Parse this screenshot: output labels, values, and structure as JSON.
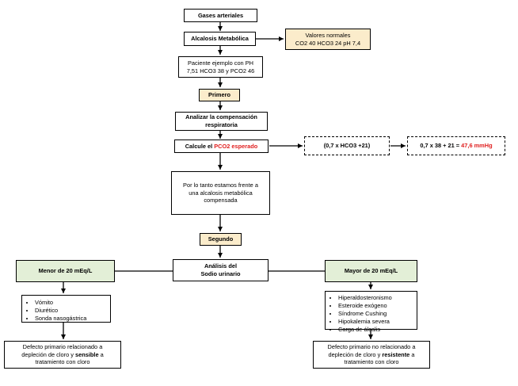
{
  "nodes": {
    "gases": "Gases arteriales",
    "alcalosis": "Alcalosis Metabólica",
    "normales": {
      "line1": "Valores normales",
      "line2": "CO2 40 HCO3 24 pH 7,4"
    },
    "paciente": {
      "line1": "Paciente ejemplo  con PH",
      "line2": "7,51 HCO3 38 y PCO2 46"
    },
    "primero": "Primero",
    "analizar": {
      "line1": "Analizar la compensación",
      "line2": "respiratoria"
    },
    "calcule": {
      "prefix": "Calcule el ",
      "highlight": "PCO2 esperado"
    },
    "formula": "(0,7 x HCO3 +21)",
    "resultado": {
      "prefix": "0,7 x 38 + 21 = ",
      "highlight": "47,6 mmHg"
    },
    "conclusion": {
      "line1": "Por lo tanto estamos frente a",
      "line2": "una alcalosis metabólica",
      "line3": "compensada"
    },
    "segundo": "Segundo",
    "analisis": {
      "line1": "Análisis del",
      "line2": "Sodio urinario"
    },
    "menor": "Menor de 20 mEq/L",
    "mayor": "Mayor de 20 mEq/L",
    "causas_sensibles": [
      "Vómito",
      "Diurético",
      "Sonda nasogástrica"
    ],
    "causas_resistentes": [
      "Hiperaldosteronismo",
      "Esteroide exógeno",
      "Síndrome Cushing",
      "Hipokalemia severa",
      "Carga de álcalis"
    ],
    "defecto_sensible": {
      "line1": "Defecto primario relacionado  a",
      "line2_prefix": "depleción de cloro y ",
      "line2_bold": "sensible",
      "line2_suffix": " a",
      "line3": "tratamiento con cloro"
    },
    "defecto_resistente": {
      "line1": "Defecto primario no relacionado  a",
      "line2_prefix": "depleción de cloro y ",
      "line2_bold": "resistente",
      "line2_suffix": " a",
      "line3": "tratamiento con cloro"
    }
  },
  "colors": {
    "tan": "#fbeccb",
    "green": "#e3efd7",
    "red": "#e02020"
  }
}
